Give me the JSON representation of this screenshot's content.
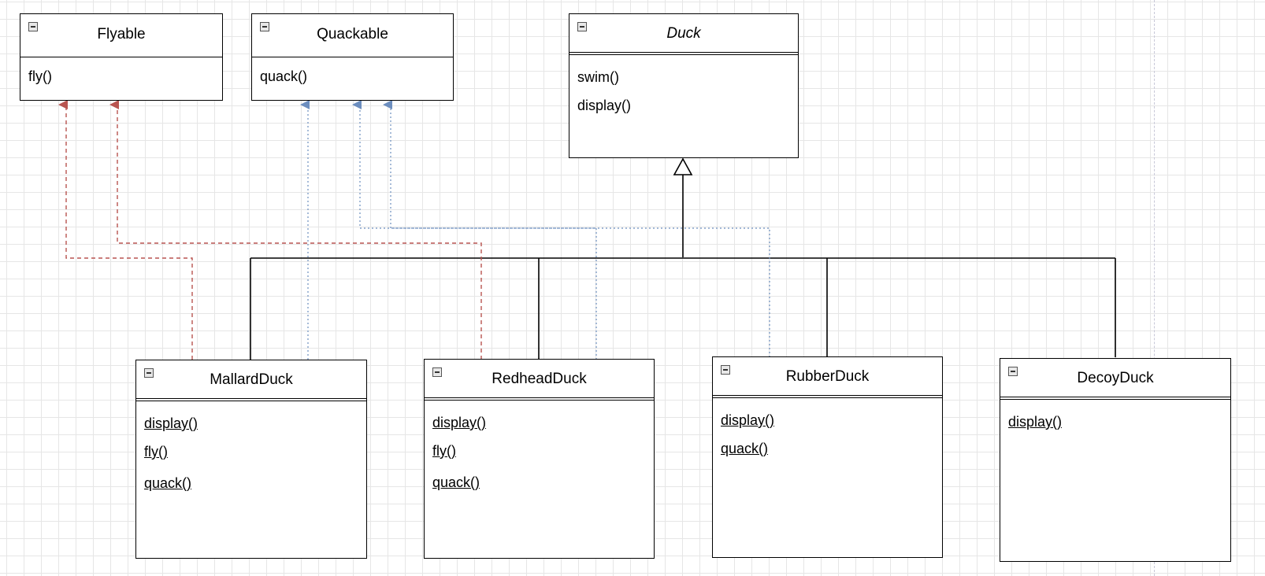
{
  "classes": {
    "flyable": {
      "name": "Flyable",
      "methods": [
        "fly()"
      ]
    },
    "quackable": {
      "name": "Quackable",
      "methods": [
        "quack()"
      ]
    },
    "duck": {
      "name": "Duck",
      "methods": [
        "swim()",
        "display()"
      ]
    },
    "mallard": {
      "name": "MallardDuck",
      "methods": [
        "display()",
        "fly()",
        "quack()"
      ]
    },
    "redhead": {
      "name": "RedheadDuck",
      "methods": [
        "display()",
        "fly()",
        "quack()"
      ]
    },
    "rubber": {
      "name": "RubberDuck",
      "methods": [
        "display()",
        "quack()"
      ]
    },
    "decoy": {
      "name": "DecoyDuck",
      "methods": [
        "display()"
      ]
    }
  },
  "colors": {
    "flyable_link": "#b85450",
    "quackable_link": "#6c8ebf",
    "inheritance_link": "#000000"
  }
}
